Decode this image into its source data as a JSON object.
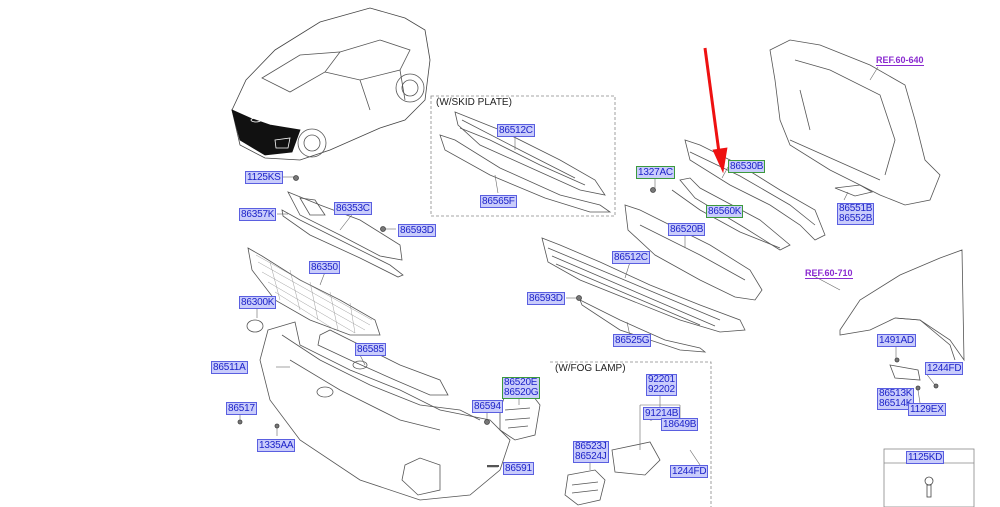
{
  "diagram": {
    "title": "Front Bumper Parts Diagram",
    "groups": {
      "skid_plate": "(W/SKID PLATE)",
      "fog_lamp": "(W/FOG LAMP)"
    },
    "references": {
      "ref_60_640": "REF.60-640",
      "ref_60_710": "REF.60-710"
    },
    "parts": {
      "p1125KS": "1125KS",
      "p86357K": "86357K",
      "p86353C": "86353C",
      "p86593D_upper": "86593D",
      "p86350": "86350",
      "p86300K": "86300K",
      "p86511A": "86511A",
      "p86585": "86585",
      "p86517": "86517",
      "p1335AA": "1335AA",
      "p86512C_skid": "86512C",
      "p86565F": "86565F",
      "p1327AC": "1327AC",
      "p86530B": "86530B",
      "p86560K": "86560K",
      "p86520B": "86520B",
      "p86512C": "86512C",
      "p86593D_lower": "86593D",
      "p86525G": "86525G",
      "p86551B": "86551B",
      "p86552B": "86552B",
      "p86520E": "86520E",
      "p86520G": "86520G",
      "p86594": "86594",
      "p86591": "86591",
      "p92201": "92201",
      "p92202": "92202",
      "p91214B": "91214B",
      "p18649B": "18649B",
      "p86523J": "86523J",
      "p86524J": "86524J",
      "p1244FD_fog": "1244FD",
      "p1491AD": "1491AD",
      "p1244FD_fender": "1244FD",
      "p86513K": "86513K",
      "p86514K": "86514K",
      "p1129EX": "1129EX",
      "p1125KD": "1125KD"
    },
    "colors": {
      "label_bg": "#c9ccfb",
      "label_text": "#1d23c8",
      "ref_text": "#8a2ad0",
      "arrow": "#ee1111"
    }
  }
}
